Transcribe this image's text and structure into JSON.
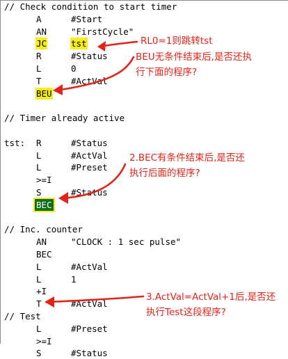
{
  "code": {
    "lines": [
      {
        "label": "// Check condition to start timer",
        "instr": "",
        "operand": "",
        "hl": ""
      },
      {
        "label": "",
        "instr": "A",
        "operand": "#Start",
        "hl": ""
      },
      {
        "label": "",
        "instr": "AN",
        "operand": "\"FirstCycle\"",
        "hl": ""
      },
      {
        "label": "",
        "instr": "JC",
        "operand": "tst",
        "hl": "yellow"
      },
      {
        "label": "",
        "instr": "R",
        "operand": "#Status",
        "hl": ""
      },
      {
        "label": "",
        "instr": "L",
        "operand": "0",
        "hl": ""
      },
      {
        "label": "",
        "instr": "T",
        "operand": "#ActVal",
        "hl": ""
      },
      {
        "label": "",
        "instr": "BEU",
        "operand": "",
        "hl": "yellow"
      },
      {
        "label": "",
        "instr": "",
        "operand": "",
        "hl": ""
      },
      {
        "label": "// Timer already active",
        "instr": "",
        "operand": "",
        "hl": ""
      },
      {
        "label": "",
        "instr": "",
        "operand": "",
        "hl": ""
      },
      {
        "label": "tst:",
        "instr": "R",
        "operand": "#Status",
        "hl": ""
      },
      {
        "label": "",
        "instr": "L",
        "operand": "#ActVal",
        "hl": ""
      },
      {
        "label": "",
        "instr": "L",
        "operand": "#Preset",
        "hl": ""
      },
      {
        "label": "",
        "instr": ">=I",
        "operand": "",
        "hl": ""
      },
      {
        "label": "",
        "instr": "S",
        "operand": "#Status",
        "hl": ""
      },
      {
        "label": "",
        "instr": "BEC",
        "operand": "",
        "hl": "green"
      },
      {
        "label": "",
        "instr": "",
        "operand": "",
        "hl": ""
      },
      {
        "label": "// Inc. counter",
        "instr": "",
        "operand": "",
        "hl": ""
      },
      {
        "label": "",
        "instr": "AN",
        "operand": "\"CLOCK : 1 sec pulse\"",
        "hl": ""
      },
      {
        "label": "",
        "instr": "BEC",
        "operand": "",
        "hl": ""
      },
      {
        "label": "",
        "instr": "L",
        "operand": "#ActVal",
        "hl": ""
      },
      {
        "label": "",
        "instr": "L",
        "operand": "1",
        "hl": ""
      },
      {
        "label": "",
        "instr": "+I",
        "operand": "",
        "hl": ""
      },
      {
        "label": "",
        "instr": "T",
        "operand": "#ActVal",
        "hl": ""
      },
      {
        "label": "// Test",
        "instr": "",
        "operand": "",
        "hl": ""
      },
      {
        "label": "",
        "instr": "L",
        "operand": "#Preset",
        "hl": ""
      },
      {
        "label": "",
        "instr": ">=I",
        "operand": "",
        "hl": ""
      },
      {
        "label": "",
        "instr": "S",
        "operand": "#Status",
        "hl": ""
      }
    ]
  },
  "annotations": {
    "note1": "RL0=1则跳转tst",
    "note2_line1": "BEU无条件结束后,是否还执",
    "note2_line2": "行下面的程序?",
    "note3_line1": "2.BEC有条件结束后,是否还",
    "note3_line2": "执行后面的程序?",
    "note4_line1": "3.ActVal=ActVal+1后,是否还",
    "note4_line2": "执行Test这段程序?"
  },
  "colors": {
    "highlight_yellow": "#f5ee1a",
    "highlight_green": "#0e6e1e",
    "annotation_red": "#e2231a"
  }
}
